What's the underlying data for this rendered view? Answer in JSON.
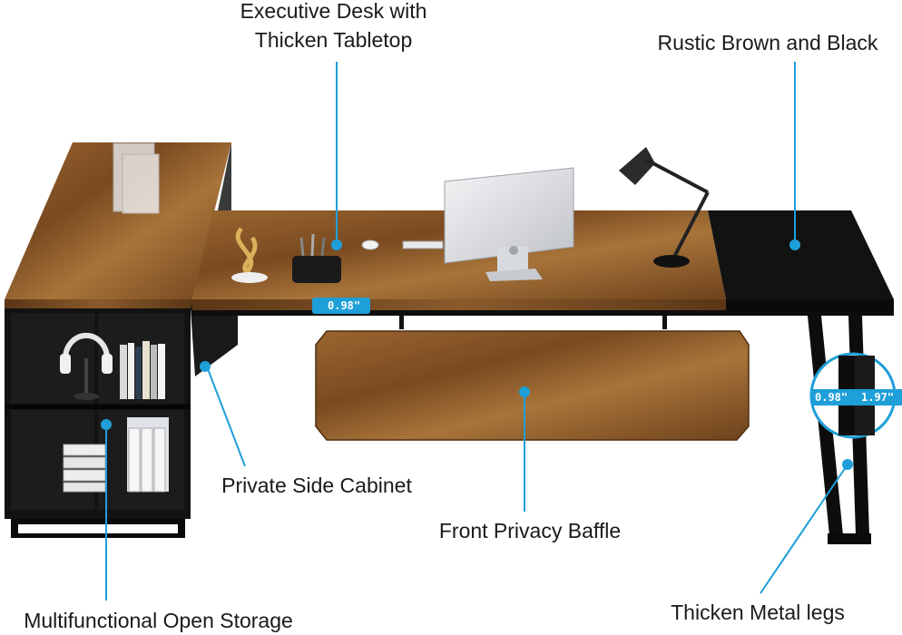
{
  "labels": {
    "executive_desk_line1": "Executive Desk with",
    "executive_desk_line2": "Thicken Tabletop",
    "rustic_color": "Rustic Brown and Black",
    "private_side_cabinet": "Private Side Cabinet",
    "front_privacy_baffle": "Front Privacy Baffle",
    "multifunctional_storage": "Multifunctional Open Storage",
    "thicken_metal_legs": "Thicken Metal legs"
  },
  "measurements": {
    "tabletop_thickness": "0.98\"",
    "leg_thickness": "0.98\"",
    "leg_width": "1.97\""
  },
  "colors": {
    "callout_line": "#1e9fd8",
    "callout_dot": "#1e9fd8",
    "wood": "#8a5a2b",
    "metal": "#111111"
  },
  "icons": {
    "lamp": "desk-lamp-icon",
    "monitor": "monitor-icon",
    "headphones": "headphones-icon"
  }
}
